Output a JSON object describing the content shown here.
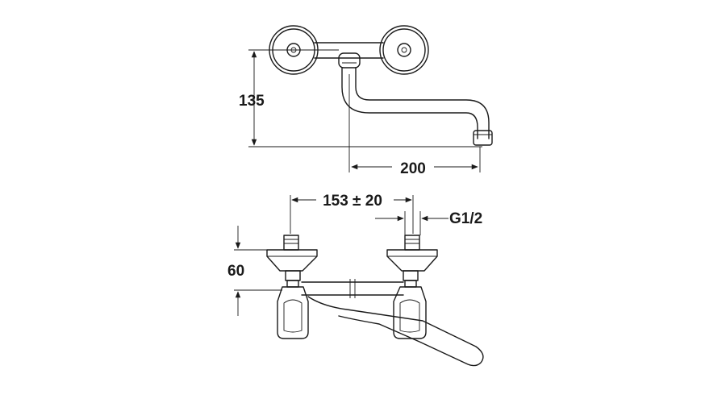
{
  "diagram": {
    "dimensions": {
      "height_top": "135",
      "spout_reach": "200",
      "center_distance": "153 ± 20",
      "thread": "G1/2",
      "height_bottom": "60"
    }
  }
}
